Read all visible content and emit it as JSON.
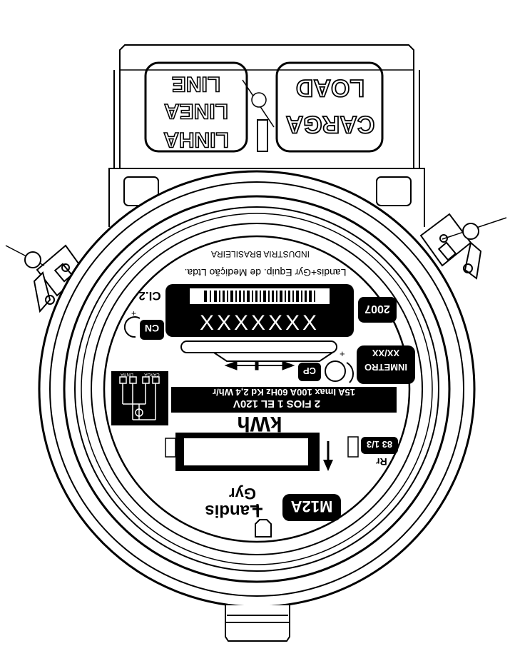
{
  "terminal_block": {
    "line_labels": [
      "LINHA",
      "LINEA",
      "LINE"
    ],
    "load_labels": [
      "CARGA",
      "LOAD"
    ]
  },
  "manufacturer_address": "Landis+Gyr Equip. de Medição Ltda.",
  "origin": "INDUSTRIA BRASILEIRA",
  "accuracy_class": "Cl.2",
  "serial_number": "XXXXXXX",
  "year": "2007",
  "cn_label": "CN",
  "cp_label": "CP",
  "inmetro": {
    "approval_code": "XX/XX",
    "label": "INMETRO"
  },
  "wiring_diagram": {
    "line_label": "LINHA",
    "load_label": "CARGA"
  },
  "ratings": {
    "line1": "2 FIOS 1 EL 120V",
    "line2": "15A Imax 100A 60Hz Kd 2,4 Wh/r"
  },
  "unit": "kWh",
  "register_ratio": "83 1/3",
  "rr_label": "Rr",
  "brand": {
    "name_line1": "Landis",
    "name_line2": "Gyr",
    "plus": "+"
  },
  "model": "M12A",
  "colors": {
    "ink": "#000000",
    "paper": "#ffffff"
  }
}
